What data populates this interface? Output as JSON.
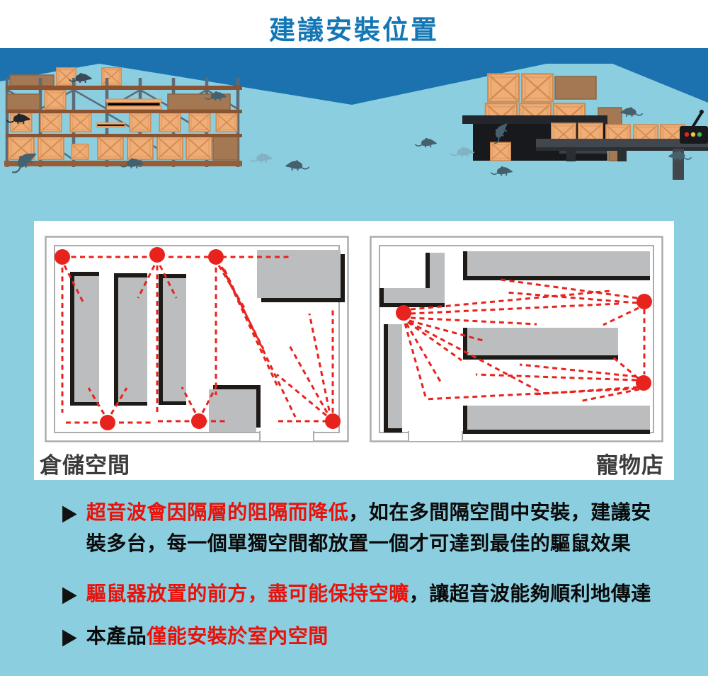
{
  "title": "建議安裝位置",
  "plans": {
    "left_label": "倉儲空間",
    "right_label": "寵物店",
    "left_device_count": 6,
    "right_device_count": 3
  },
  "bullets": {
    "marker": "▶",
    "b1": {
      "red": "超音波會因隔層的阻隔而降低",
      "black1": "，如在多間隔空間中安裝，建議安",
      "black2": "裝多台，每一個單獨空間都放置一個才可達到最佳的驅鼠效果"
    },
    "b2": {
      "red": "驅鼠器放置的前方，盡可能保持空曠",
      "black": "，讓超音波能夠順利地傳達"
    },
    "b3": {
      "black": "本產品",
      "red": "僅能安裝於室內空間"
    }
  },
  "colors": {
    "title_blue": "#1477B5",
    "band_blue": "#1B72AE",
    "background_blue": "#8BCEE0",
    "alert_red": "#E8120B",
    "device_red": "#E8231E",
    "crate_tan": "#EFAE77",
    "obstacle_gray": "#BCBDBF"
  }
}
